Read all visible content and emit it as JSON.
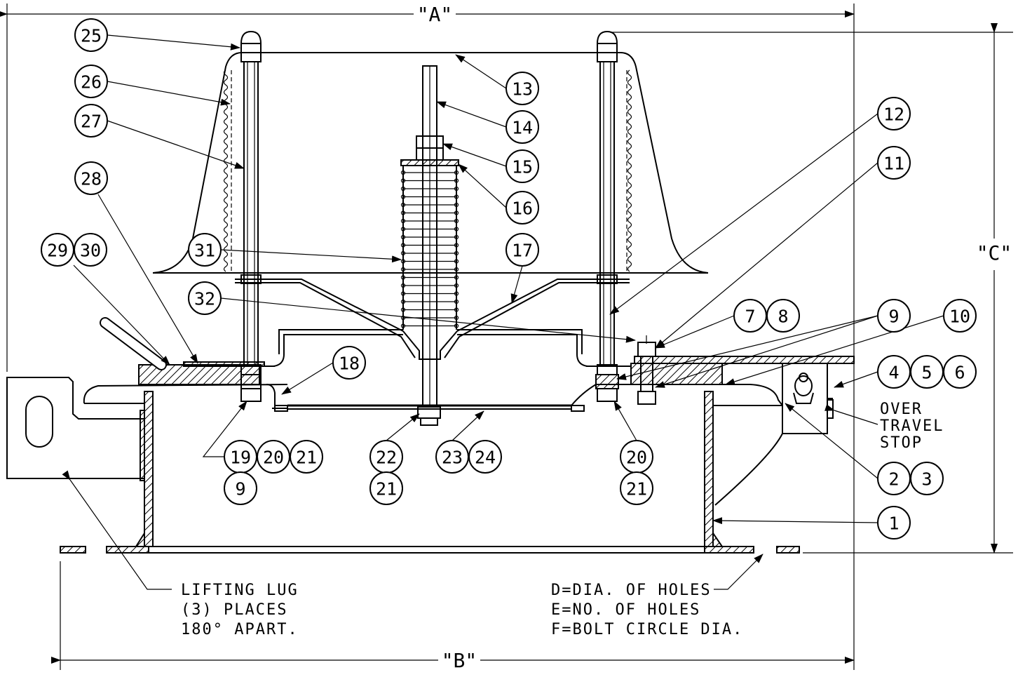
{
  "dimensions": {
    "a": "\"A\"",
    "b": "\"B\"",
    "c": "\"C\""
  },
  "callouts": [
    "1",
    "2",
    "3",
    "4",
    "5",
    "6",
    "7",
    "8",
    "9",
    "10",
    "11",
    "12",
    "13",
    "14",
    "15",
    "16",
    "17",
    "18",
    "19",
    "20",
    "21",
    "22",
    "23",
    "24",
    "25",
    "26",
    "27",
    "28",
    "29",
    "30",
    "31",
    "32"
  ],
  "notes": {
    "over_travel_stop": [
      "OVER",
      "TRAVEL",
      "STOP"
    ],
    "lifting_lug": [
      "LIFTING LUG",
      "(3) PLACES",
      "180° APART."
    ],
    "holes": [
      "D=DIA. OF HOLES",
      "E=NO. OF HOLES",
      "F=BOLT CIRCLE DIA."
    ]
  }
}
